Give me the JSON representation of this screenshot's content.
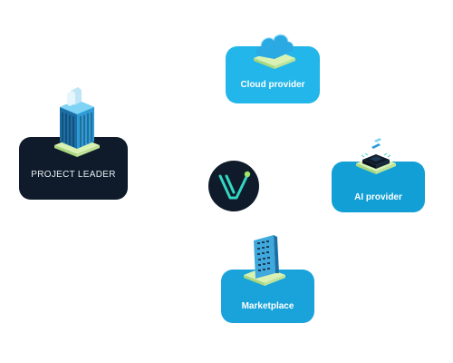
{
  "nodes": {
    "project_leader": {
      "label": "PROJECT LEADER"
    },
    "cloud_provider": {
      "label": "Cloud provider"
    },
    "ai_provider": {
      "label": "AI provider"
    },
    "marketplace": {
      "label": "Marketplace"
    }
  },
  "colors": {
    "dark_navy": "#0f1b2a",
    "cloud_blue": "#22b6ea",
    "ai_blue": "#119fd6",
    "market_blue": "#1aa3da",
    "pad_green": "#d9f2b4",
    "accent_teal": "#33d6c2"
  },
  "icons": {
    "center": "v-logo-icon",
    "project": "office-tower-icon",
    "cloud": "cloud-icon",
    "ai": "microchip-icon",
    "market": "document-icon"
  }
}
